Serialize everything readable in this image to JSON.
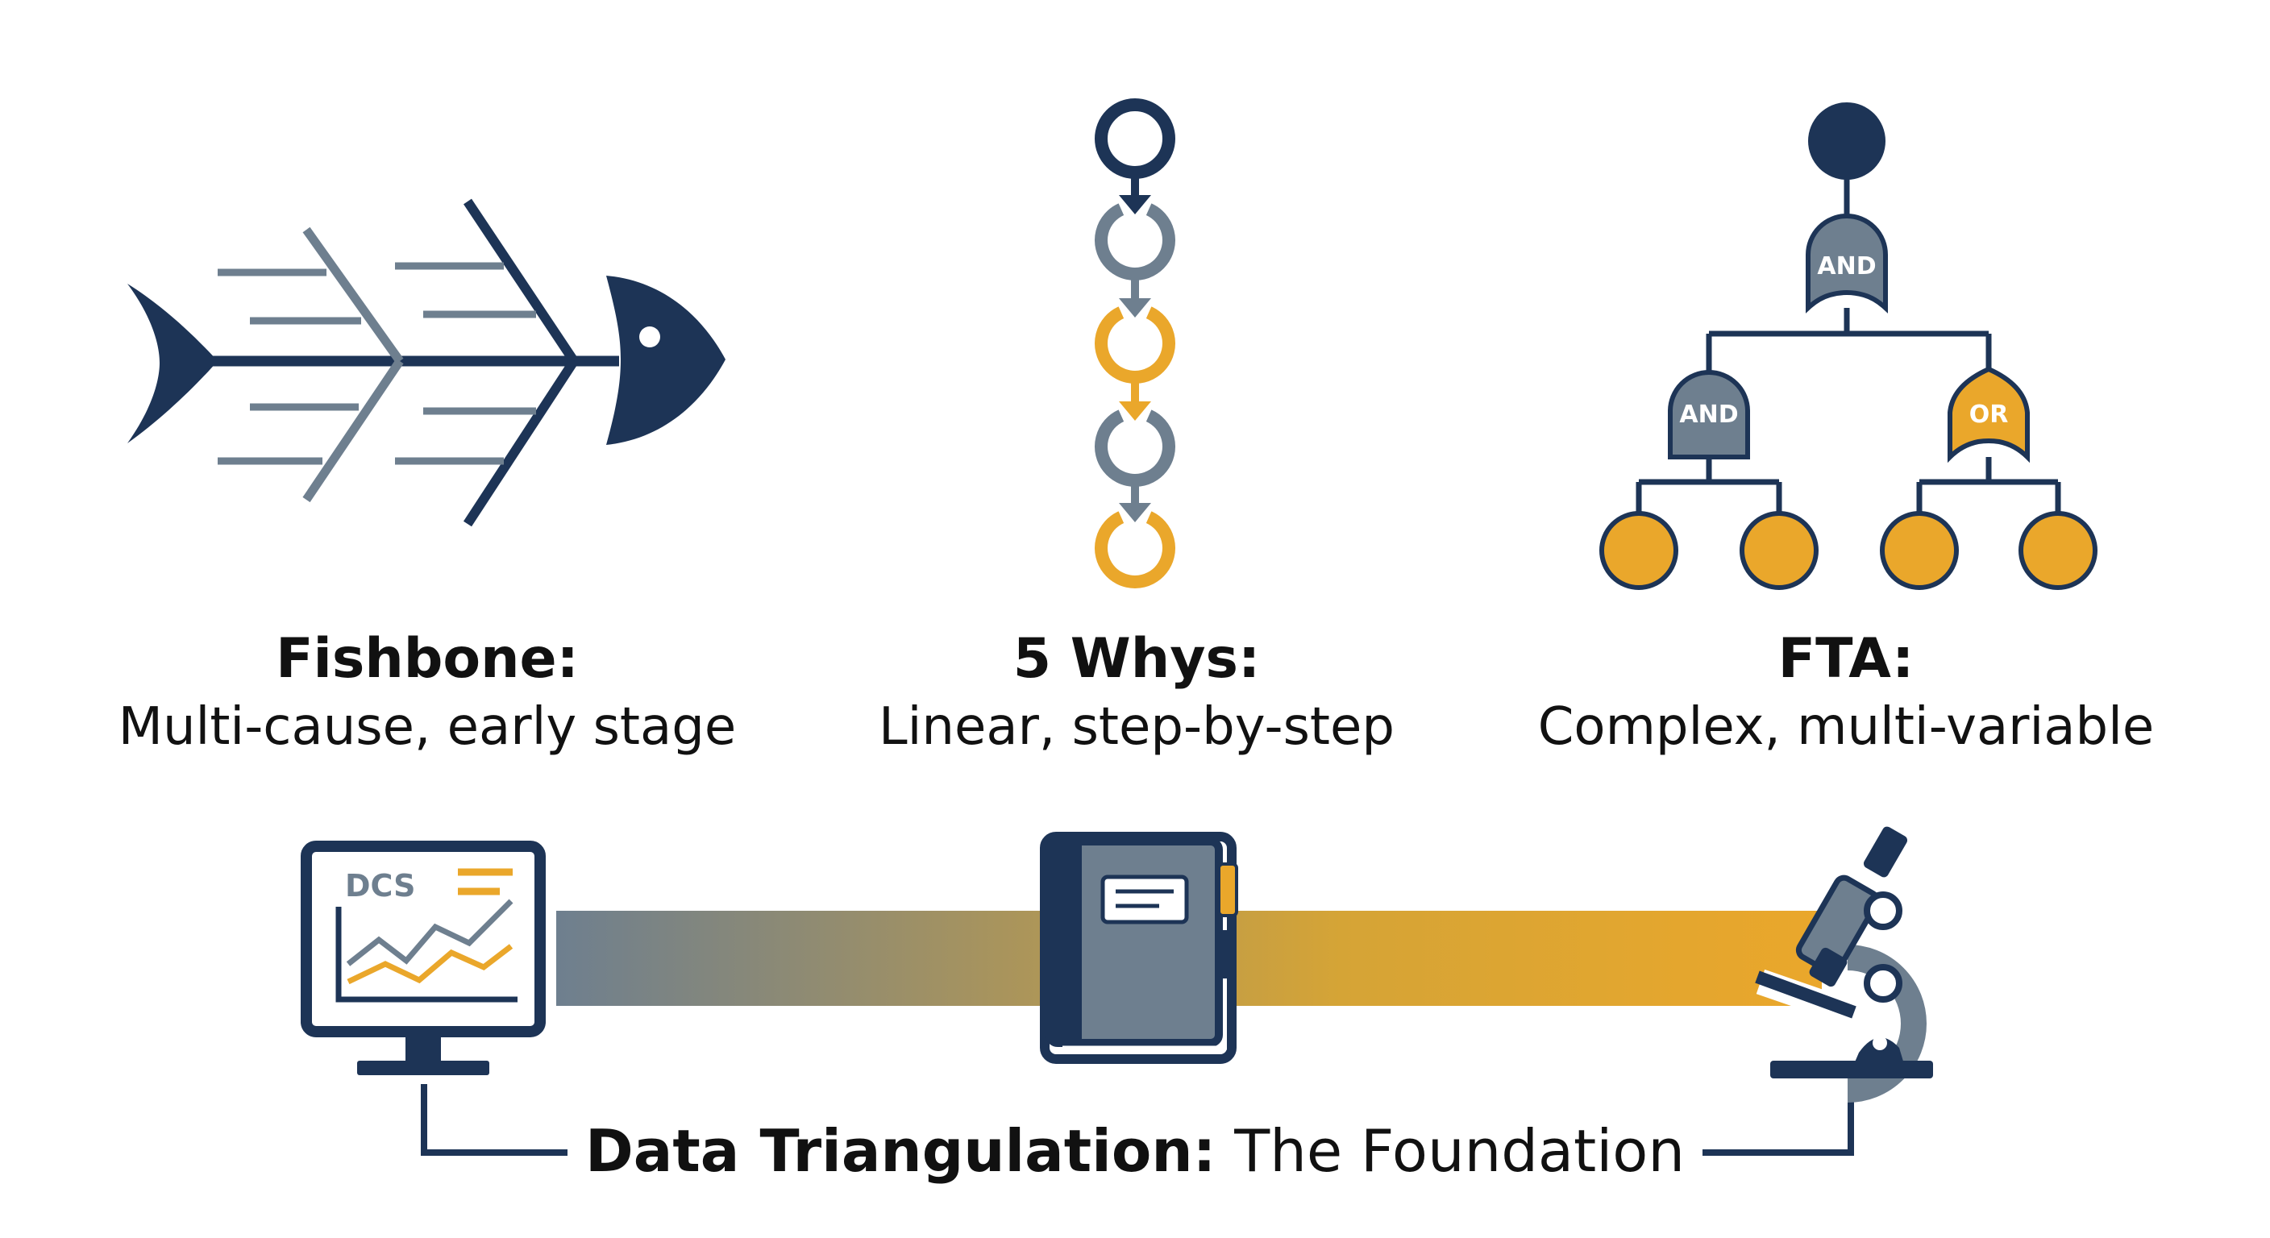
{
  "colors": {
    "navy": "#1d3456",
    "slate": "#6e7f8f",
    "gold": "#eaa72b",
    "text": "#111111"
  },
  "methods": [
    {
      "title": "Fishbone:",
      "subtitle": "Multi-cause, early stage",
      "icon": "fishbone-icon"
    },
    {
      "title": "5 Whys:",
      "subtitle": "Linear, step-by-step",
      "icon": "chain-icon"
    },
    {
      "title": "FTA:",
      "subtitle": "Complex, multi-variable",
      "icon": "fault-tree-icon"
    }
  ],
  "fault_tree": {
    "top_gate": "AND",
    "left_gate": "AND",
    "right_gate": "OR"
  },
  "monitor": {
    "label": "DCS",
    "icon": "monitor-chart-icon"
  },
  "logbook": {
    "icon": "logbook-icon"
  },
  "microscope": {
    "icon": "microscope-icon"
  },
  "foundation": {
    "bold": "Data Triangulation:",
    "rest": " The Foundation"
  }
}
